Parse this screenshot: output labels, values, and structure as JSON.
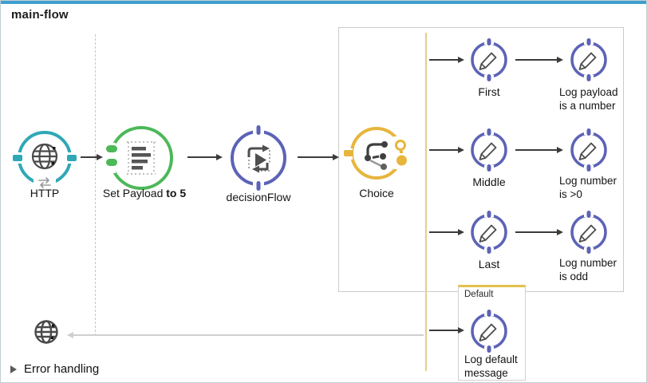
{
  "window": {
    "title": "main-flow",
    "top_accent_color": "#3f9fce"
  },
  "nodes": {
    "http": {
      "label": "HTTP",
      "color": "#2fa8b5"
    },
    "set_payload": {
      "label_prefix": "Set Payload",
      "label_bold": "to 5",
      "color": "#4cb858"
    },
    "decision_flow": {
      "label": "decisionFlow",
      "color": "#5c63b6"
    },
    "choice": {
      "label": "Choice",
      "color": "#e7b53c"
    }
  },
  "branches": [
    {
      "step_label": "First",
      "logger_line1": "Log payload",
      "logger_line2": "is a number"
    },
    {
      "step_label": "Middle",
      "logger_line1": "Log number",
      "logger_line2": "is >0"
    },
    {
      "step_label": "Last",
      "logger_line1": "Log number",
      "logger_line2": "is odd"
    }
  ],
  "default_route": {
    "label": "Default",
    "logger_line1": "Log default",
    "logger_line2": "message"
  },
  "error_handling": {
    "label": "Error handling"
  },
  "colors": {
    "logger": "#5c63b6",
    "arrow": "#3b3b3b",
    "return_line": "#cfcfcf",
    "scope_border": "#cbcbcb",
    "choice_scope_line": "#e7ce8f",
    "default_top_border": "#e2c14b"
  }
}
